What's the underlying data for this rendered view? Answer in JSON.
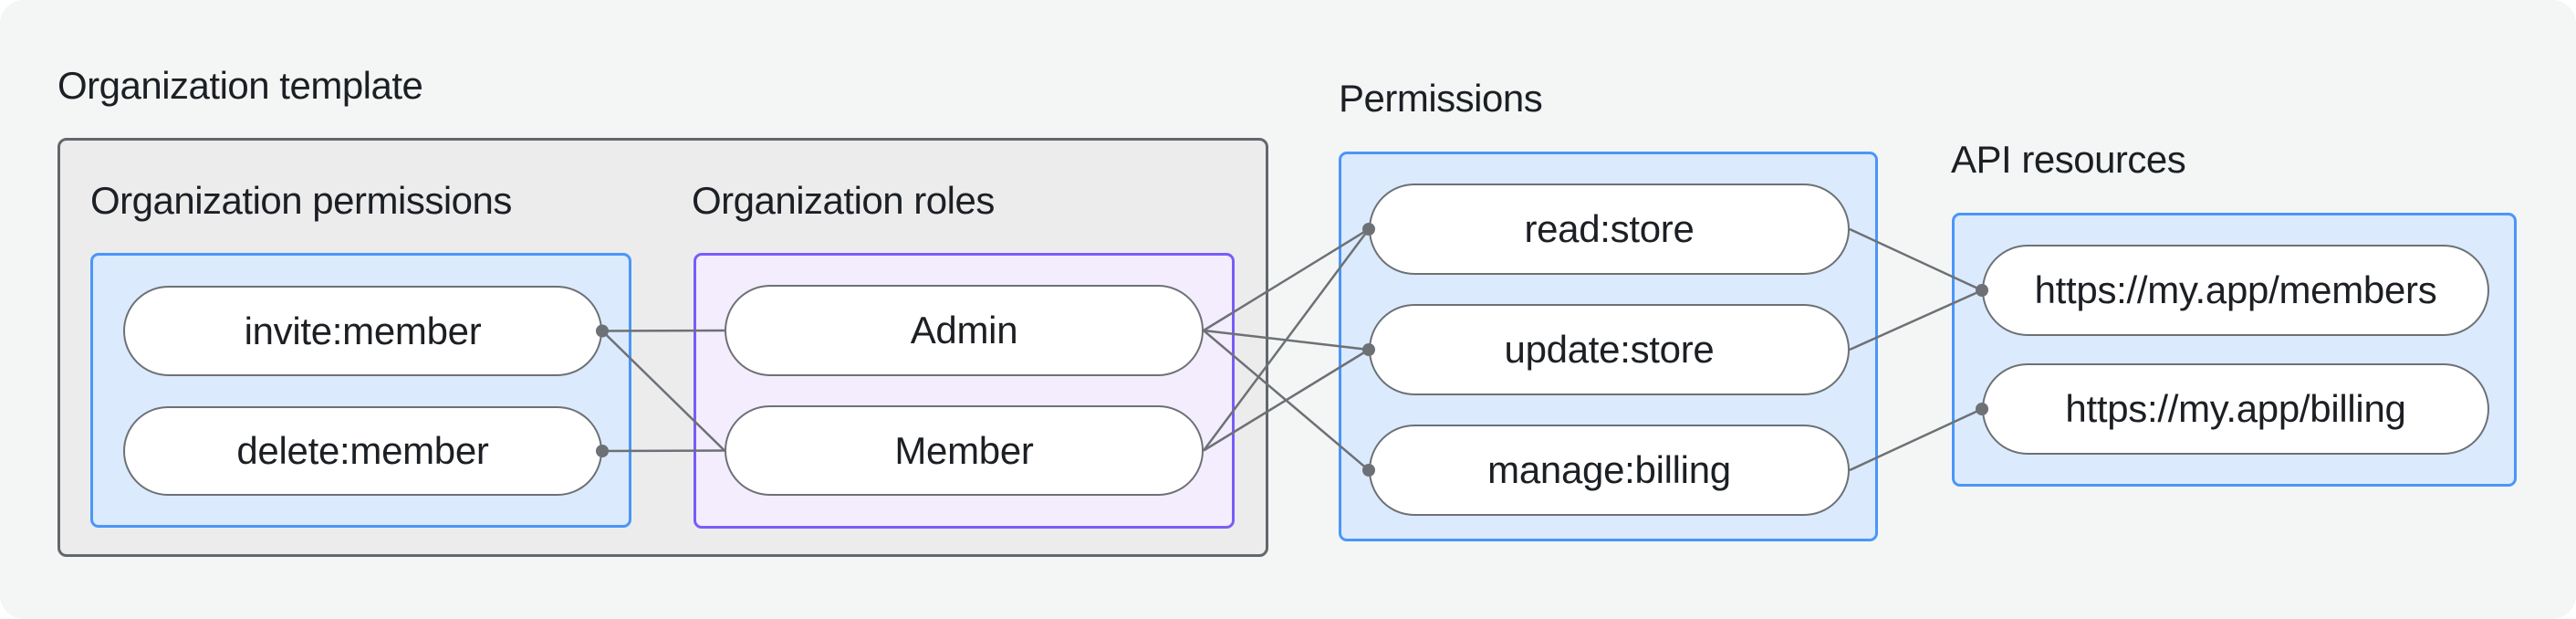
{
  "diagram": {
    "org_template": {
      "label": "Organization template"
    },
    "org_permissions": {
      "label": "Organization permissions",
      "items": [
        "invite:member",
        "delete:member"
      ]
    },
    "org_roles": {
      "label": "Organization roles",
      "items": [
        "Admin",
        "Member"
      ]
    },
    "permissions": {
      "label": "Permissions",
      "items": [
        "read:store",
        "update:store",
        "manage:billing"
      ]
    },
    "api_resources": {
      "label": "API resources",
      "items": [
        "https://my.app/members",
        "https://my.app/billing"
      ]
    },
    "edges": [
      {
        "from": "invite:member",
        "to": "Admin"
      },
      {
        "from": "invite:member",
        "to": "Member"
      },
      {
        "from": "delete:member",
        "to": "Member"
      },
      {
        "from": "Admin",
        "to": "read:store"
      },
      {
        "from": "Admin",
        "to": "update:store"
      },
      {
        "from": "Admin",
        "to": "manage:billing"
      },
      {
        "from": "Member",
        "to": "read:store"
      },
      {
        "from": "Member",
        "to": "update:store"
      },
      {
        "from": "read:store",
        "to": "https://my.app/members"
      },
      {
        "from": "update:store",
        "to": "https://my.app/members"
      },
      {
        "from": "manage:billing",
        "to": "https://my.app/billing"
      }
    ],
    "colors": {
      "page_background": "#f4f6f6",
      "gray_container_fill": "#ececed",
      "gray_container_border": "#63676c",
      "blue_fill": "#dbeafd",
      "blue_border": "#4a96f8",
      "purple_fill": "#f3edfe",
      "purple_border": "#7a5cf8",
      "pill_fill": "#ffffff",
      "wire_and_stroke": "#6d7175",
      "text": "#1c1f23"
    }
  }
}
